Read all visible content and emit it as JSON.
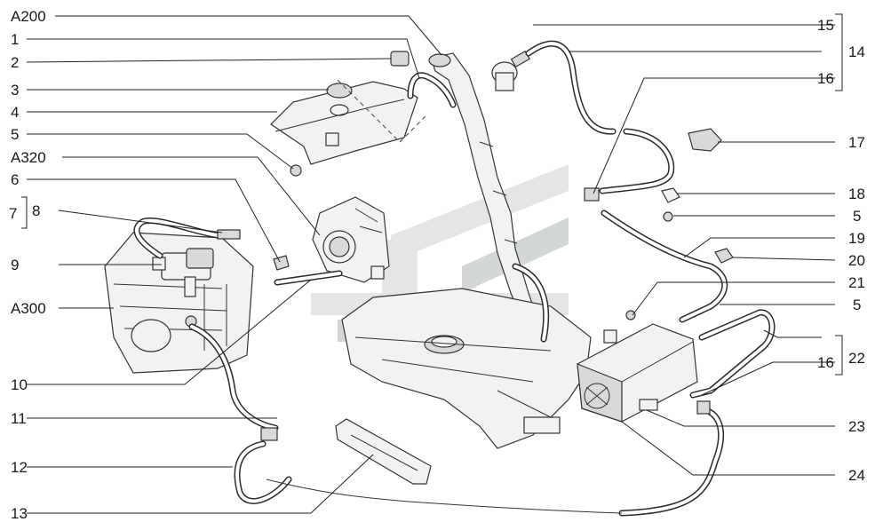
{
  "labels_left": [
    "A200",
    "1",
    "2",
    "3",
    "4",
    "5",
    "A320",
    "6",
    "7",
    "8",
    "9",
    "A300",
    "10",
    "11",
    "12",
    "13"
  ],
  "labels_right": [
    "15",
    "14",
    "16",
    "17",
    "18",
    "5",
    "19",
    "20",
    "21",
    "5",
    "22",
    "16",
    "23",
    "24"
  ],
  "colors": {
    "ink": "#1a1a1a",
    "watermark": "#d4d8d4"
  }
}
